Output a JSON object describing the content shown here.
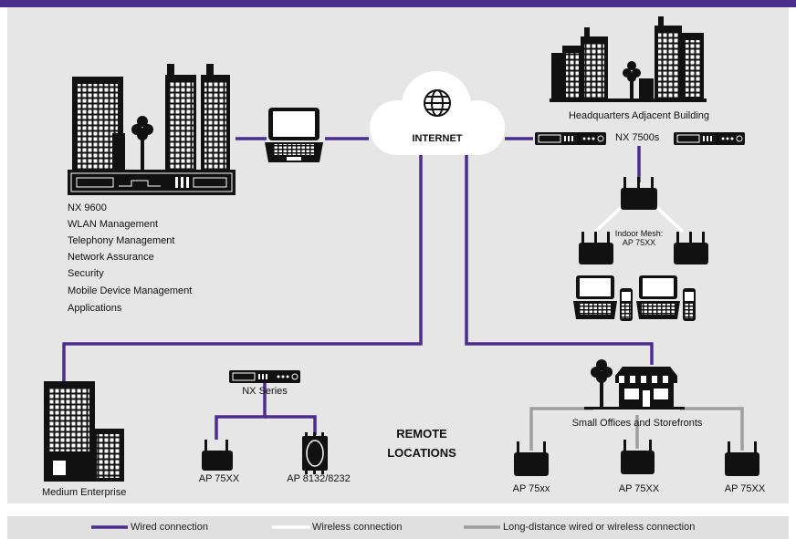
{
  "internet_label": "INTERNET",
  "hq": {
    "name": "Headquarters Adjacent Building",
    "controllers_label": "NX 7500s",
    "mesh_label_line1": "Indoor Mesh:",
    "mesh_label_line2": "AP 75XX"
  },
  "datacenter": {
    "title": "NX 9600",
    "features": [
      "WLAN Management",
      "Telephony Management",
      "Network Assurance",
      "Security",
      "Mobile Device Management",
      "Applications"
    ]
  },
  "remote": {
    "label_line1": "REMOTE",
    "label_line2": "LOCATIONS"
  },
  "medium_enterprise": {
    "name": "Medium Enterprise",
    "switch_label": "NX Series",
    "ap_left": "AP 75XX",
    "ap_right": "AP 8132/8232"
  },
  "small_offices": {
    "name": "Small Offices and Storefronts",
    "ap1": "AP 75xx",
    "ap2": "AP 75XX",
    "ap3": "AP 75XX"
  },
  "legend": {
    "wired": "Wired connection",
    "wireless": "Wireless connection",
    "long_distance": "Long-distance wired or wireless connection"
  },
  "colors": {
    "wired": "#4b2d8c",
    "wireless": "#ffffff",
    "long_distance": "#9e9e9e",
    "icon": "#111111",
    "background": "#e6e6e6"
  }
}
